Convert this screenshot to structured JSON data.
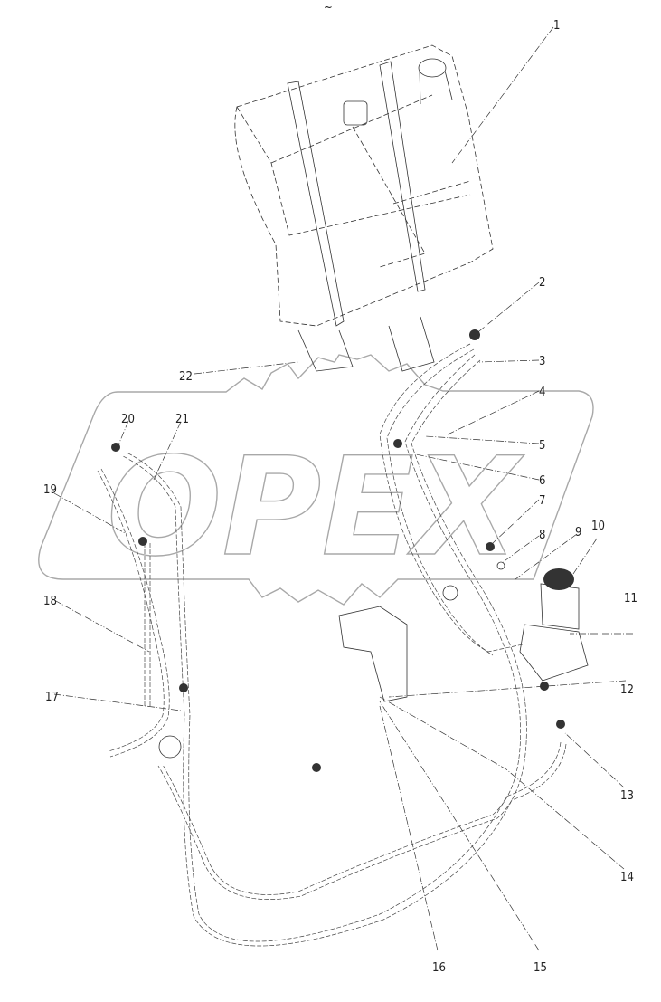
{
  "diagram": {
    "header_mark": "~",
    "watermark": "OPEX",
    "callouts": [
      "1",
      "2",
      "3",
      "4",
      "5",
      "6",
      "7",
      "8",
      "9",
      "10",
      "11",
      "12",
      "13",
      "14",
      "15",
      "16",
      "17",
      "18",
      "19",
      "20",
      "21",
      "22"
    ]
  }
}
